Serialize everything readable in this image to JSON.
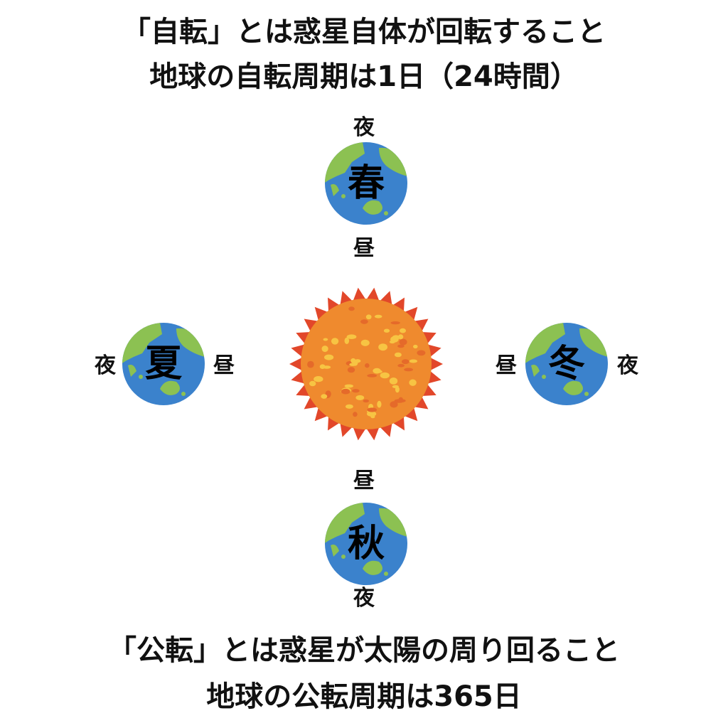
{
  "header": {
    "line1": "「自転」とは惑星自体が回転すること",
    "line2": "地球の自転周期は1日（24時間）"
  },
  "footer": {
    "line1": "「公転」とは惑星が太陽の周り回ること",
    "line2": "地球の公転周期は365日"
  },
  "earths": {
    "spring": {
      "season": "春",
      "outer": "夜",
      "inner": "昼"
    },
    "summer": {
      "season": "夏",
      "outer": "夜",
      "inner": "昼"
    },
    "autumn": {
      "season": "秋",
      "outer": "夜",
      "inner": "昼"
    },
    "winter": {
      "season": "冬",
      "outer": "夜",
      "inner": "昼"
    }
  },
  "colors": {
    "ocean": "#3b82cc",
    "land": "#8cc152",
    "sun_corona": "#e2472a",
    "sun_body": "#ef8a2e",
    "sun_spots": "#f7c443"
  }
}
